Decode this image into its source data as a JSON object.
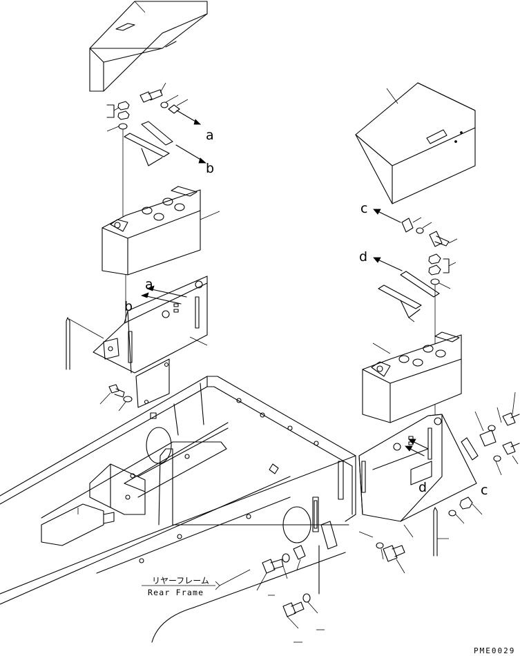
{
  "labels": {
    "a_top": "a",
    "b_top": "b",
    "c_top": "c",
    "d_top": "d",
    "a_mid": "a",
    "b_mid": "b",
    "d_low": "d",
    "c_low": "c"
  },
  "frame_label": {
    "japanese": "リヤーフレーム",
    "english": "Rear Frame"
  },
  "drawing_code": "PME0029"
}
